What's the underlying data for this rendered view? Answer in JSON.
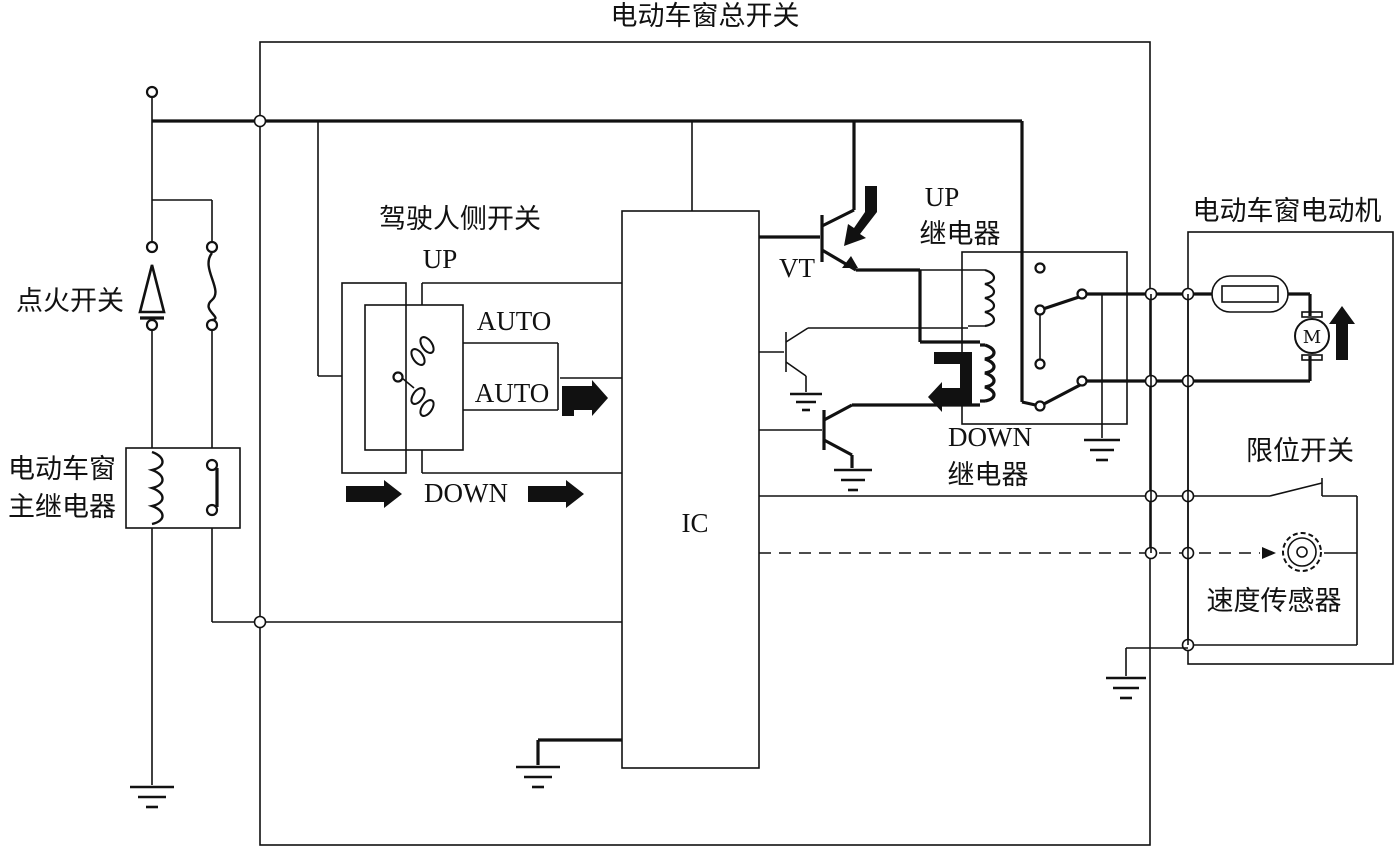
{
  "labels": {
    "master_switch": "电动车窗总开关",
    "ignition_switch": "点火开关",
    "main_relay_line1": "电动车窗",
    "main_relay_line2": "主继电器",
    "driver_switch": "驾驶人侧开关",
    "up": "UP",
    "auto_up": "AUTO",
    "auto_down": "AUTO",
    "down": "DOWN",
    "ic": "IC",
    "vt": "VT",
    "up_relay_line1": "UP",
    "up_relay_line2": "继电器",
    "down_relay_line1": "DOWN",
    "down_relay_line2": "继电器",
    "motor_title": "电动车窗电动机",
    "motor_symbol": "M",
    "limit_switch": "限位开关",
    "speed_sensor": "速度传感器"
  },
  "colors": {
    "line": "#111111",
    "background": "#ffffff"
  }
}
